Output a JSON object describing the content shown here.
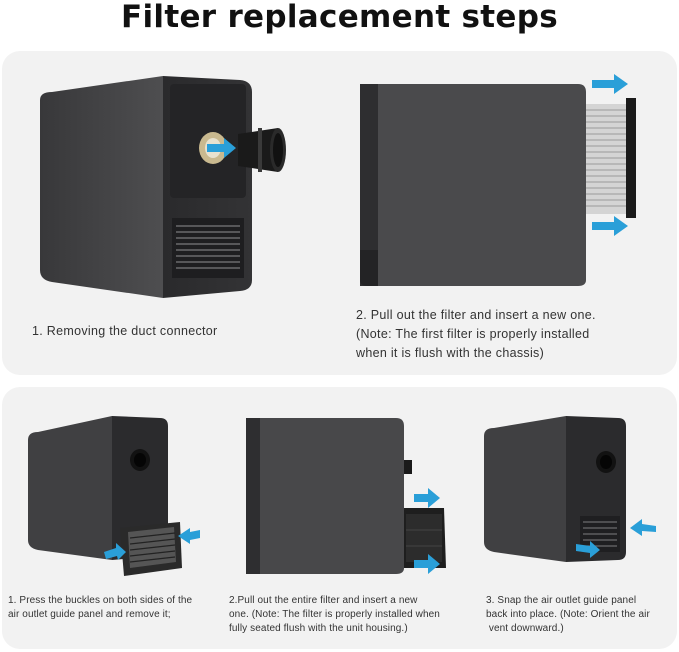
{
  "title": "Filter replacement steps",
  "steps": [
    {
      "lines": [
        "1. Removing the duct connector"
      ]
    },
    {
      "lines": [
        "2. Pull out the filter and insert a new one.",
        "(Note: The first filter is properly installed",
        "when it is flush with the chassis)"
      ]
    },
    {
      "lines": [
        "1. Press the buckles on both sides of the",
        "air outlet guide panel and remove it;"
      ]
    },
    {
      "lines": [
        "2.Pull out the entire filter and insert a new",
        "one. (Note: The filter is properly installed when",
        "fully seated flush with the unit housing.)"
      ]
    },
    {
      "lines": [
        "3. Snap the air outlet guide panel",
        "back into place. (Note: Orient the air",
        " vent downward.)"
      ]
    }
  ],
  "colors": {
    "arrow": "#2a9fd8",
    "panel": "#f2f2f2",
    "body_dark": "#3b3b3d",
    "body_front": "#4a4a4c"
  }
}
